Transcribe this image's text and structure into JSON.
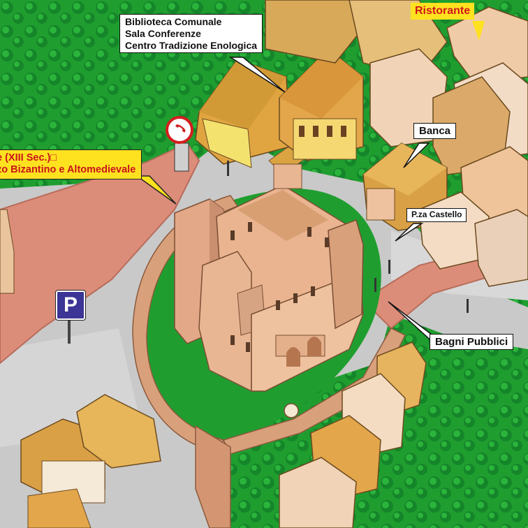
{
  "map": {
    "labels": {
      "biblioteca": [
        "Biblioteca Comunale",
        "Sala Conferenze",
        "Centro Tradizione Enologica"
      ],
      "castello": [
        "e (XIII Sec.)□",
        "zo Bizantino e Altomedievale"
      ],
      "banca": "Banca",
      "piazza": "P.za Castello",
      "bagni": "Bagni Pubblici",
      "ristorante": "Ristorante"
    },
    "icons": {
      "parking": {
        "symbol": "P",
        "name": "parking-icon"
      },
      "telephone": {
        "name": "telephone-icon"
      }
    },
    "colors": {
      "grass": "#1f9e2f",
      "trees": "#178a28",
      "road": "#bdbdbd",
      "road_light": "#d8d8d8",
      "brick_road": "#dc8d7a",
      "walls": "#d9a07c",
      "castle": "#e9b48f",
      "roof_ochre": "#d9a441",
      "label_yellow": "#ffe21f",
      "label_red": "#c8141a",
      "parking_blue": "#3c3596"
    }
  }
}
